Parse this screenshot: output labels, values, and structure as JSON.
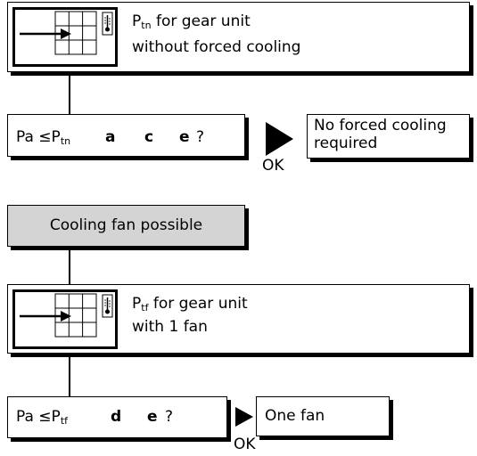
{
  "block1": {
    "title_p": "P",
    "title_sub": "tn",
    "title_rest": " for gear unit",
    "line2": "without forced cooling"
  },
  "check1": {
    "pa": "Pa ≤P",
    "sub": "tn",
    "letters": [
      "a",
      "c",
      "e"
    ],
    "q": "?"
  },
  "result1": {
    "line1": "No forced cooling",
    "line2": "required"
  },
  "ok1": "OK",
  "fan_possible": "Cooling fan possible",
  "block2": {
    "title_p": "P",
    "title_sub": "tf",
    "title_rest": " for gear unit",
    "line2": "with 1 fan"
  },
  "check2": {
    "pa": "Pa ≤P",
    "sub": "tf",
    "letters": [
      "d",
      "e"
    ],
    "q": "?"
  },
  "result2": "One fan",
  "ok2": "OK"
}
